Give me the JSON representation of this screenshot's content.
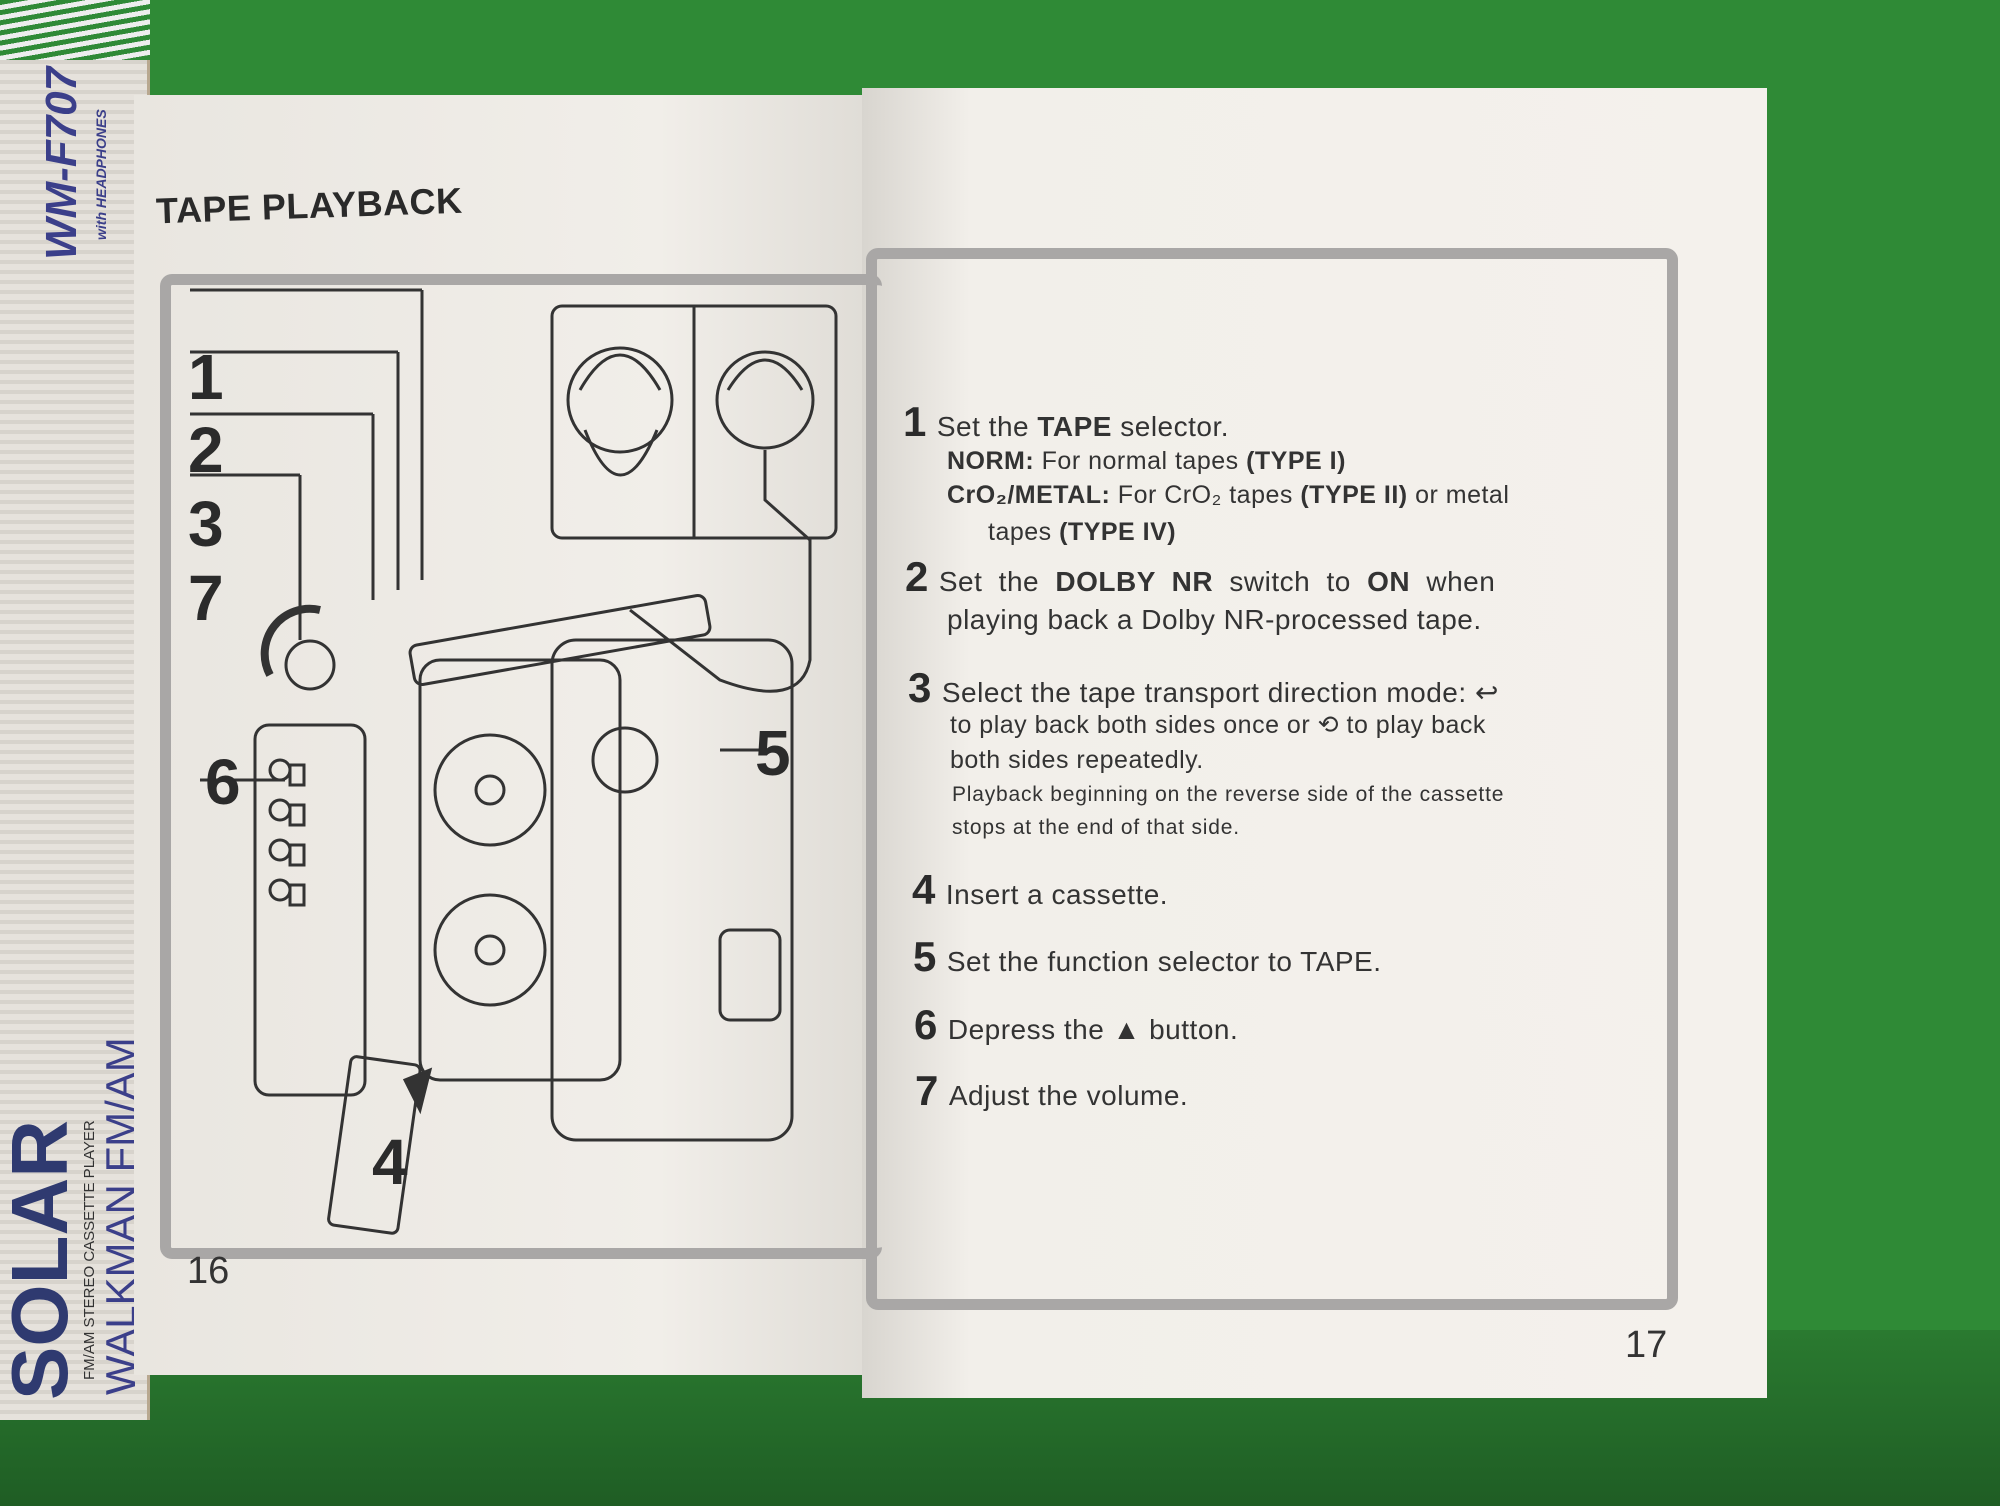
{
  "cover": {
    "brand": "SOLAR",
    "subtitle": "FM/AM STEREO CASSETTE PLAYER",
    "product": "WALKMAN FM/AM",
    "model": "WM-F707",
    "model_sub": "with HEADPHONES"
  },
  "left_page": {
    "title": "TAPE PLAYBACK",
    "callouts": [
      "1",
      "2",
      "3",
      "7",
      "6",
      "5",
      "4"
    ],
    "page_number": "16"
  },
  "right_page": {
    "page_number": "17",
    "steps": [
      {
        "num": "1",
        "pre": "Set the ",
        "bold": "TAPE",
        "post": " selector."
      },
      {
        "num": "2",
        "line1_pre": "Set the ",
        "line1_bold": "DOLBY NR",
        "line1_mid": " switch to ",
        "line1_bold2": "ON",
        "line1_post": " when",
        "line2": "playing back a Dolby NR-processed tape."
      },
      {
        "num": "3",
        "line1": "Select the tape transport direction mode:",
        "line2_pre": "to play back both sides once or",
        "line2_post": "to play back",
        "line3": "both sides repeatedly.",
        "note1": "Playback beginning on the reverse side of the cassette",
        "note2": "stops at the end of that side."
      },
      {
        "num": "4",
        "text": "Insert a cassette."
      },
      {
        "num": "5",
        "text": "Set the function selector to TAPE."
      },
      {
        "num": "6",
        "pre": "Depress the",
        "symbol": "▲",
        "post": "button."
      },
      {
        "num": "7",
        "text": "Adjust the volume."
      }
    ],
    "norm": {
      "label": "NORM:",
      "text": " For normal tapes ",
      "type": "(TYPE I)"
    },
    "cro2": {
      "label": "CrO₂/METAL:",
      "text": " For CrO₂ tapes ",
      "type": "(TYPE II)",
      "post": " or metal",
      "line2": "tapes ",
      "type2": "(TYPE IV)"
    },
    "icons": {
      "once": "↩",
      "repeat": "⟲"
    }
  },
  "colors": {
    "background": "#2f8a36",
    "paper": "#eeebe5",
    "frame": "#a9a7a6",
    "cover_text": "#3b3f8a"
  }
}
